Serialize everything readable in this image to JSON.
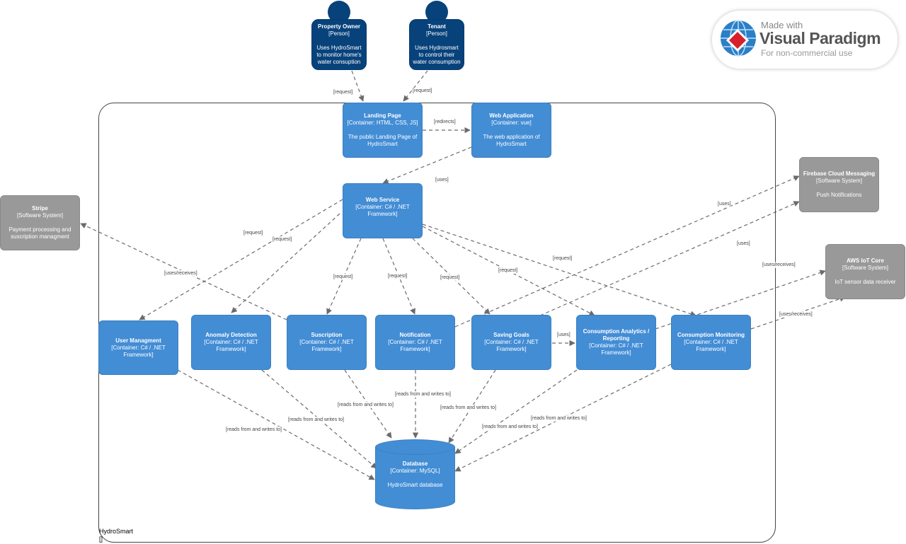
{
  "watermark": {
    "made_with": "Made with",
    "brand": "Visual Paradigm",
    "sub": "For non-commercial use"
  },
  "boundary": {
    "label": "HydroSmart",
    "marker": "[]"
  },
  "people": {
    "owner": {
      "title": "Property Owner",
      "stereo": "[Person]",
      "desc": "Uses HydroSmart to monitor home's water consuption"
    },
    "tenant": {
      "title": "Tenant",
      "stereo": "[Person]",
      "desc": "Uses Hydrosmart to control their water consumption"
    }
  },
  "containers": {
    "landing": {
      "title": "Landing Page",
      "stereo": "[Container: HTML, CSS, JS]",
      "desc": "The public Landing Page of HydroSmart"
    },
    "webapp": {
      "title": "Web Application",
      "stereo": "[Container: vue]",
      "desc": "The web application of HydroSmart"
    },
    "webservice": {
      "title": "Web Service",
      "stereo": "[Container: C# / .NET Framework]",
      "desc": ""
    },
    "user": {
      "title": "User Managment",
      "stereo": "[Container: C# / .NET Framework]"
    },
    "anomaly": {
      "title": "Anomaly Detection",
      "stereo": "[Container: C# / .NET Framework]"
    },
    "subscription": {
      "title": "Suscription",
      "stereo": "[Container: C# / .NET Framework]"
    },
    "notification": {
      "title": "Notification",
      "stereo": "[Container: C# / .NET Framework]"
    },
    "saving": {
      "title": "Saving Goals",
      "stereo": "[Container: C# / .NET Framework]"
    },
    "analytics": {
      "title": "Consumption Analytics / Reporting",
      "stereo": "[Container: C# / .NET Framework]"
    },
    "monitoring": {
      "title": "Consumption Monitoring",
      "stereo": "[Container: C# / .NET Framework]"
    },
    "database": {
      "title": "Database",
      "stereo": "[Container: MySQL]",
      "desc": "HydroSmart database"
    }
  },
  "externals": {
    "stripe": {
      "title": "Stripe",
      "stereo": "[Software System]",
      "desc": "Payment processing and suscription managment"
    },
    "firebase": {
      "title": "Firebase Cloud Messaging",
      "stereo": "[Software System]",
      "desc": "Push Notifications"
    },
    "aws": {
      "title": "AWS IoT Core",
      "stereo": "[Software System]",
      "desc": "IoT sensor data receiver"
    }
  },
  "edge_labels": {
    "owner_landing": "[request]",
    "tenant_landing": "[request]",
    "landing_webapp": "[redirects]",
    "webapp_ws": "[uses]",
    "ws_user": "[request]",
    "ws_anomaly": "[request]",
    "ws_subscription": "[request]",
    "ws_notification": "[request]",
    "ws_saving": "[request]",
    "ws_analytics": "[request]",
    "ws_monitoring": "[request]",
    "sub_stripe": "[uses/receives]",
    "saving_firebase": "[uses]",
    "analytics_firebase": "[uses]",
    "analytics_aws": "[uses/receives]",
    "monitoring_aws": "[uses/receives]",
    "saving_analytics": "[uses]",
    "user_db": "[reads from and writes to]",
    "anomaly_db": "[reads from and writes to]",
    "sub_db": "[reads from and writes to]",
    "notif_db": "[reads from and writes to]",
    "saving_db": "[reads from and writes to]",
    "analytics_db": "[reads from and writes to]",
    "monitoring_db": "[reads from and writes to]"
  }
}
